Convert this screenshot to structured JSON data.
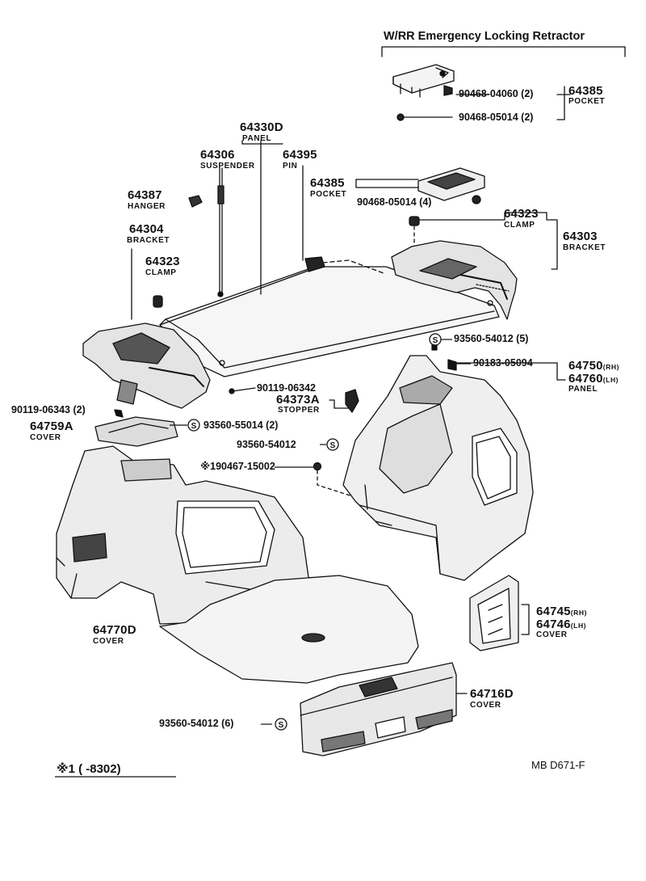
{
  "header": {
    "title": "W/RR Emergency Locking Retractor"
  },
  "callouts": {
    "c1": {
      "part": "90468-04060",
      "qty": "(2)"
    },
    "c2": {
      "part": "64385",
      "name": "POCKET"
    },
    "c3": {
      "part": "90468-05014",
      "qty": "(2)"
    },
    "c4": {
      "part": "64330D",
      "name": "PANEL"
    },
    "c5": {
      "part": "64306",
      "name": "SUSPENDER"
    },
    "c6": {
      "part": "64395",
      "name": "PIN"
    },
    "c7": {
      "part": "64385",
      "name": "POCKET"
    },
    "c8": {
      "part": "90468-05014",
      "qty": "(4)"
    },
    "c9": {
      "part": "64387",
      "name": "HANGER"
    },
    "c10": {
      "part": "64323",
      "name": "CLAMP"
    },
    "c11": {
      "part": "64303",
      "name": "BRACKET"
    },
    "c12": {
      "part": "64304",
      "name": "BRACKET"
    },
    "c13": {
      "part": "64323",
      "name": "CLAMP"
    },
    "c14": {
      "part": "93560-54012",
      "qty": "(5)"
    },
    "c15": {
      "part": "90183-05094"
    },
    "c16": {
      "part": "64750",
      "side": "(RH)"
    },
    "c17": {
      "part": "64760",
      "side": "(LH)",
      "name": "PANEL"
    },
    "c18": {
      "part": "90119-06342"
    },
    "c19": {
      "part": "64373A",
      "name": "STOPPER"
    },
    "c20": {
      "part": "90119-06343",
      "qty": "(2)"
    },
    "c21": {
      "part": "64759A",
      "name": "COVER"
    },
    "c22": {
      "part": "93560-55014",
      "qty": "(2)"
    },
    "c23": {
      "part": "93560-54012"
    },
    "c24": {
      "part": "※190467-15002"
    },
    "c25": {
      "part": "64745",
      "side": "(RH)"
    },
    "c26": {
      "part": "64746",
      "side": "(LH)",
      "name": "COVER"
    },
    "c27": {
      "part": "64770D",
      "name": "COVER"
    },
    "c28": {
      "part": "64716D",
      "name": "COVER"
    },
    "c29": {
      "part": "93560-54012",
      "qty": "(6)"
    }
  },
  "screw_symbol": "S",
  "footnote": {
    "text": "※1 (      -8302)"
  },
  "drawing_code": "MB D671-F"
}
